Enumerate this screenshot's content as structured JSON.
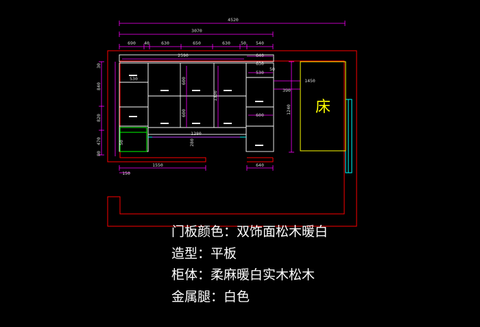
{
  "drawing": {
    "bed_label": "床",
    "dimensions": {
      "overall_width": "4520",
      "upper_width": "3070",
      "segments": [
        "690",
        "40",
        "630",
        "650",
        "630",
        "50",
        "540"
      ],
      "inner_run": "2590",
      "right_wall_top": "640",
      "side_offset": "630",
      "left_col": [
        "30",
        "840",
        "820",
        "470",
        "80"
      ],
      "niche_depth": "530",
      "upper_door_h": "600",
      "center_h": "600",
      "tall_h": "1330",
      "right_small": "50",
      "right_530": "530",
      "right_390": "390",
      "right_tall": "1240",
      "right_600": "600",
      "bed_width": "1450",
      "desk_len": "1280",
      "desk_h": "280",
      "bottom_left": "1550",
      "bottom_small": "150",
      "bottom_right": "640",
      "left_small": "50"
    },
    "colors": {
      "wall": "#ff0000",
      "dimension": "#ff00ff",
      "cabinet": "#ffffff",
      "bed": "#ffff00",
      "green": "#00ff00",
      "cyan": "#00ffff"
    }
  },
  "notes": {
    "line1": "门板颜色：双饰面松木暖白",
    "line2": "造型：平板",
    "line3": "柜体：柔麻暖白实木松木",
    "line4": "金属腿：白色"
  }
}
